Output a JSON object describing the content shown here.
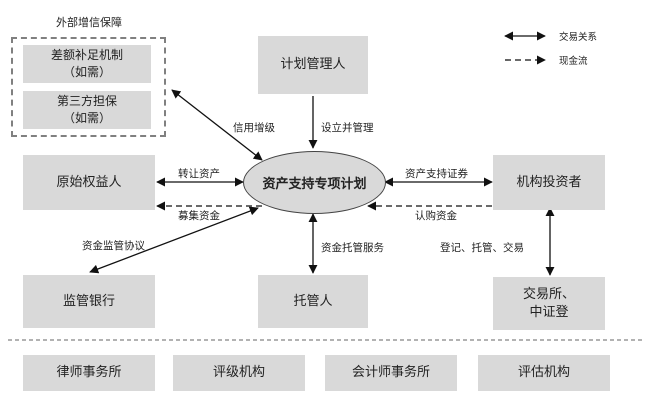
{
  "external_credit": {
    "title": "外部增信保障",
    "shortfall": {
      "line1": "差额补足机制",
      "line2": "（如需）"
    },
    "guarantee": {
      "line1": "第三方担保",
      "line2": "（如需）"
    }
  },
  "nodes": {
    "plan_manager": "计划管理人",
    "abs_plan": "资产支持专项计划",
    "original_owner": "原始权益人",
    "investors": "机构投资者",
    "supervisory_bank": "监管银行",
    "custodian": "托管人",
    "exchange_line1": "交易所、",
    "exchange_line2": "中证登"
  },
  "edges": {
    "credit_enhancement": "信用增级",
    "establish_manage": "设立并管理",
    "transfer_assets": "转让资产",
    "raise_funds": "募集资金",
    "abs_securities": "资产支持证券",
    "subscription_funds": "认购资金",
    "fund_supervision": "资金监管协议",
    "fund_custody": "资金托管服务",
    "register_trade": "登记、托管、交易"
  },
  "service_providers": [
    "律师事务所",
    "评级机构",
    "会计师事务所",
    "评估机构"
  ],
  "legend": {
    "transaction": "交易关系",
    "cash_flow": "现金流"
  }
}
